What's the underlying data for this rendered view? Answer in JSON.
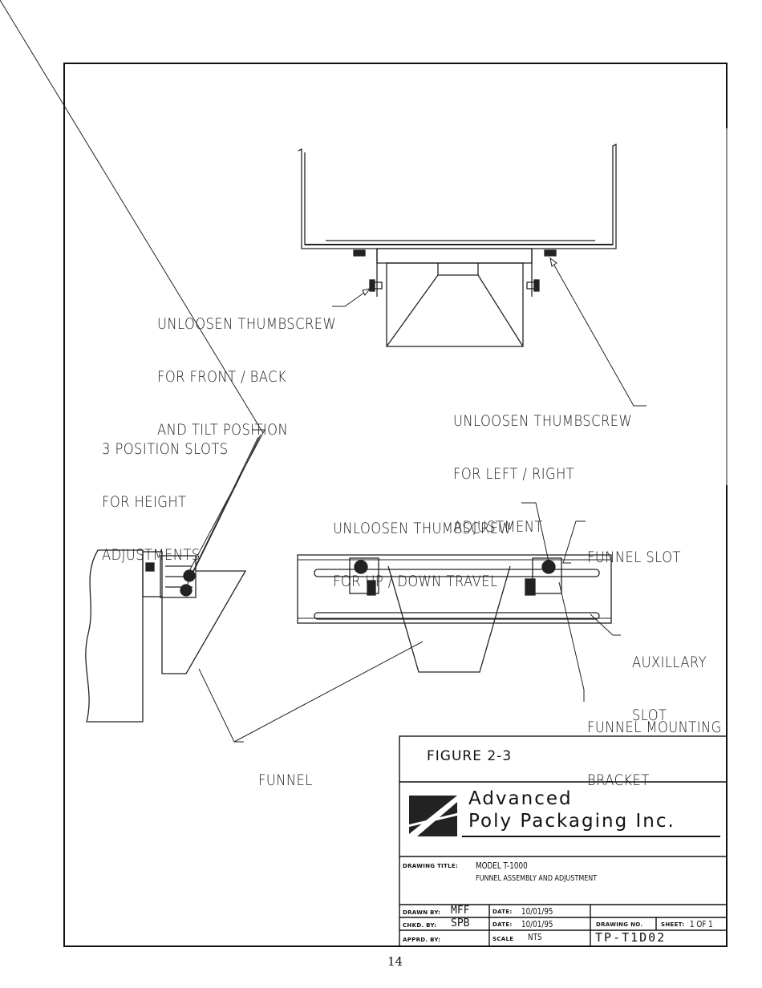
{
  "callouts": {
    "top_left": [
      "UNLOOSEN THUMBSCREW",
      "FOR FRONT / BACK",
      "AND TILT POSITION"
    ],
    "top_right": [
      "UNLOOSEN THUMBSCREW",
      "FOR LEFT / RIGHT",
      "ADJUSTMENT"
    ],
    "slots": [
      "3 POSITION SLOTS",
      "FOR HEIGHT",
      "ADJUSTMENTS"
    ],
    "up_down": [
      "UNLOOSEN THUMBSCREW",
      "FOR UP / DOWN TRAVEL"
    ],
    "funnel_slot": "FUNNEL SLOT",
    "auxillary": [
      "AUXILLARY",
      "SLOT"
    ],
    "mounting": [
      "FUNNEL MOUNTING",
      "BRACKET"
    ],
    "funnel": "FUNNEL"
  },
  "title_block": {
    "figure": "FIGURE  2-3",
    "company_line1": "Advanced",
    "company_line2": "Poly  Packaging  Inc.",
    "drawing_title_label": "DRAWING TITLE:",
    "drawing_title_1": "MODEL T-1000",
    "drawing_title_2": "FUNNEL ASSEMBLY AND ADJUSTMENT",
    "drawn_by_label": "DRAWN BY:",
    "drawn_by": "MFF",
    "chkd_by_label": "CHKD. BY:",
    "chkd_by": "SPB",
    "apprd_by_label": "APPRD. BY:",
    "date_label": "DATE:",
    "date1": "10/01/95",
    "date2": "10/01/95",
    "scale_label": "SCALE",
    "scale": "NTS",
    "drawing_no_label": "DRAWING NO.",
    "sheet_label": "SHEET:",
    "sheet": "1 OF 1",
    "drawing_no": "TP-T1D02"
  },
  "page_number": "14"
}
